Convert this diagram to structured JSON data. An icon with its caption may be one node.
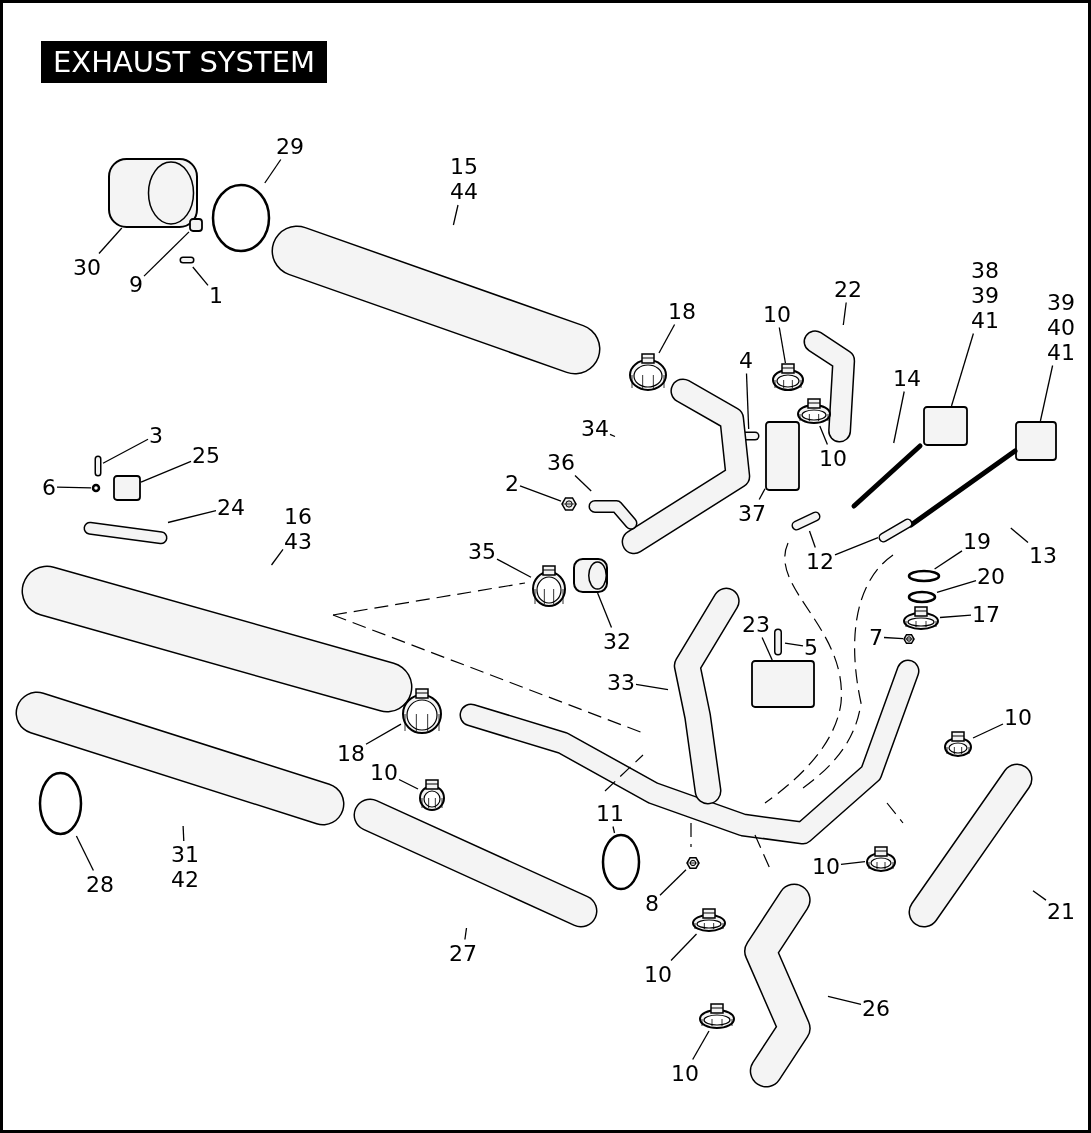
{
  "diagram": {
    "title": "EXHAUST SYSTEM",
    "nodes": [
      {
        "text": [
          "30"
        ]
      },
      {
        "text": [],
        "shape": "picture"
      },
      {
        "text": [
          "29"
        ]
      },
      {
        "text": [],
        "shape": "circle"
      },
      {
        "text": [
          "15 44"
        ]
      },
      {
        "text": [],
        "shape": "picture"
      },
      {
        "text": [
          "9"
        ]
      },
      {
        "text": [],
        "shape": "box"
      },
      {
        "text": [
          "1"
        ]
      },
      {
        "text": [],
        "shape": "picture"
      },
      {
        "text": [
          "18"
        ]
      },
      {
        "text": [],
        "shape": "picture"
      },
      {
        "text": [
          "10"
        ]
      },
      {
        "text": [],
        "shape": "picture"
      },
      {
        "text": [
          "22"
        ]
      },
      {
        "text": [],
        "shape": "picture"
      },
      {
        "text": [
          "4"
        ]
      },
      {
        "text": [],
        "shape": "picture"
      },
      {
        "text": [
          "10"
        ]
      },
      {
        "text": [],
        "shape": "picture"
      },
      {
        "text": [
          "38 39 41"
        ]
      },
      {
        "text": [],
        "shape": "box"
      },
      {
        "text": [
          "39 40 41"
        ]
      },
      {
        "text": [],
        "shape": "box"
      },
      {
        "text": [
          "14"
        ]
      },
      {
        "text": [],
        "shape": "picture"
      },
      {
        "text": [
          "13"
        ]
      },
      {
        "text": [],
        "shape": "picture"
      },
      {
        "text": [
          "34"
        ]
      },
      {
        "text": [],
        "shape": "picture"
      },
      {
        "text": [
          "36"
        ]
      },
      {
        "text": [],
        "shape": "picture"
      },
      {
        "text": [
          "2"
        ]
      },
      {
        "text": [],
        "shape": "picture"
      },
      {
        "text": [
          "37"
        ]
      },
      {
        "text": [],
        "shape": "box"
      },
      {
        "text": [
          "12"
        ]
      },
      {
        "text": [],
        "shape": "picture"
      },
      {
        "text": [],
        "shape": "picture"
      },
      {
        "text": [
          "3"
        ]
      },
      {
        "text": [],
        "shape": "picture"
      },
      {
        "text": [
          "25"
        ]
      },
      {
        "text": [],
        "shape": "box"
      },
      {
        "text": [
          "6"
        ]
      },
      {
        "text": [],
        "shape": "circle"
      },
      {
        "text": [
          "24"
        ]
      },
      {
        "text": [],
        "shape": "picture"
      },
      {
        "text": [
          "16 43"
        ]
      },
      {
        "text": [],
        "shape": "picture"
      },
      {
        "text": [
          "35"
        ]
      },
      {
        "text": [],
        "shape": "picture"
      },
      {
        "text": [
          "32"
        ]
      },
      {
        "text": [],
        "shape": "picture"
      },
      {
        "text": [
          "19"
        ]
      },
      {
        "text": [],
        "shape": "circle"
      },
      {
        "text": [
          "20"
        ]
      },
      {
        "text": [],
        "shape": "circle"
      },
      {
        "text": [
          "17"
        ]
      },
      {
        "text": [],
        "shape": "picture"
      },
      {
        "text": [
          "7"
        ]
      },
      {
        "text": [],
        "shape": "picture"
      },
      {
        "text": [
          "23"
        ]
      },
      {
        "text": [],
        "shape": "box"
      },
      {
        "text": [
          "5"
        ]
      },
      {
        "text": [],
        "shape": "picture"
      },
      {
        "text": [
          "33"
        ]
      },
      {
        "text": [],
        "shape": "picture"
      },
      {
        "text": [
          "10"
        ]
      },
      {
        "text": [],
        "shape": "picture"
      },
      {
        "text": [
          "18"
        ]
      },
      {
        "text": [],
        "shape": "picture"
      },
      {
        "text": [
          "10"
        ]
      },
      {
        "text": [],
        "shape": "picture"
      },
      {
        "text": [
          "31 42"
        ]
      },
      {
        "text": [],
        "shape": "picture"
      },
      {
        "text": [
          "28"
        ]
      },
      {
        "text": [],
        "shape": "circle"
      },
      {
        "text": [
          "11"
        ]
      },
      {
        "text": [],
        "shape": "circle"
      },
      {
        "text": [
          "27"
        ]
      },
      {
        "text": [],
        "shape": "picture"
      },
      {
        "text": [
          "8"
        ]
      },
      {
        "text": [],
        "shape": "picture"
      },
      {
        "text": [
          "10"
        ]
      },
      {
        "text": [],
        "shape": "picture"
      },
      {
        "text": [
          "21"
        ]
      },
      {
        "text": [],
        "shape": "picture"
      },
      {
        "text": [
          "10"
        ]
      },
      {
        "text": [],
        "shape": "picture"
      },
      {
        "text": [
          "26"
        ]
      },
      {
        "text": [],
        "shape": "picture"
      },
      {
        "text": [
          "10"
        ]
      },
      {
        "text": [],
        "shape": "picture"
      }
    ],
    "edges": [
      {
        "from": 0,
        "to": 1,
        "arrow": "none"
      },
      {
        "from": 2,
        "to": 3,
        "arrow": "none"
      },
      {
        "from": 4,
        "to": 5,
        "arrow": "none"
      },
      {
        "from": 6,
        "to": 7,
        "arrow": "none"
      },
      {
        "from": 8,
        "to": 9,
        "arrow": "none"
      },
      {
        "from": 10,
        "to": 11,
        "arrow": "none"
      },
      {
        "from": 12,
        "to": 13,
        "arrow": "none"
      },
      {
        "from": 14,
        "to": 15,
        "arrow": "none"
      },
      {
        "from": 16,
        "to": 17,
        "arrow": "none"
      },
      {
        "from": 18,
        "to": 19,
        "arrow": "none"
      },
      {
        "from": 20,
        "to": 21,
        "arrow": "none"
      },
      {
        "from": 22,
        "to": 23,
        "arrow": "none"
      },
      {
        "from": 24,
        "to": 25,
        "arrow": "none"
      },
      {
        "from": 26,
        "to": 27,
        "arrow": "none"
      },
      {
        "from": 28,
        "to": 29,
        "arrow": "none"
      },
      {
        "from": 30,
        "to": 31,
        "arrow": "none"
      },
      {
        "from": 32,
        "to": 33,
        "arrow": "none"
      },
      {
        "from": 34,
        "to": 35,
        "arrow": "none"
      },
      {
        "from": 36,
        "to": 37,
        "arrow": "none"
      },
      {
        "from": 36,
        "to": 38,
        "arrow": "none"
      },
      {
        "from": 39,
        "to": 40,
        "arrow": "none"
      },
      {
        "from": 41,
        "to": 42,
        "arrow": "none"
      },
      {
        "from": 43,
        "to": 44,
        "arrow": "none"
      },
      {
        "from": 45,
        "to": 46,
        "arrow": "none"
      },
      {
        "from": 47,
        "to": 48,
        "arrow": "none"
      },
      {
        "from": 49,
        "to": 50,
        "arrow": "none"
      },
      {
        "from": 51,
        "to": 52,
        "arrow": "none"
      },
      {
        "from": 53,
        "to": 54,
        "arrow": "none"
      },
      {
        "from": 55,
        "to": 56,
        "arrow": "none"
      },
      {
        "from": 57,
        "to": 58,
        "arrow": "none"
      },
      {
        "from": 59,
        "to": 60,
        "arrow": "none"
      },
      {
        "from": 61,
        "to": 62,
        "arrow": "none"
      },
      {
        "from": 63,
        "to": 64,
        "arrow": "none"
      },
      {
        "from": 65,
        "to": 66,
        "arrow": "none"
      },
      {
        "from": 67,
        "to": 68,
        "arrow": "none"
      },
      {
        "from": 69,
        "to": 70,
        "arrow": "none"
      },
      {
        "from": 71,
        "to": 72,
        "arrow": "none"
      },
      {
        "from": 73,
        "to": 74,
        "arrow": "none"
      },
      {
        "from": 75,
        "to": 76,
        "arrow": "none"
      },
      {
        "from": 77,
        "to": 78,
        "arrow": "none"
      },
      {
        "from": 79,
        "to": 80,
        "arrow": "none"
      },
      {
        "from": 81,
        "to": 82,
        "arrow": "none"
      },
      {
        "from": 83,
        "to": 84,
        "arrow": "none"
      },
      {
        "from": 85,
        "to": 86,
        "arrow": "none"
      },
      {
        "from": 87,
        "to": 88,
        "arrow": "none"
      },
      {
        "from": 89,
        "to": 90,
        "arrow": "none"
      },
      {
        "from": 91,
        "to": 92,
        "arrow": "none"
      }
    ]
  }
}
